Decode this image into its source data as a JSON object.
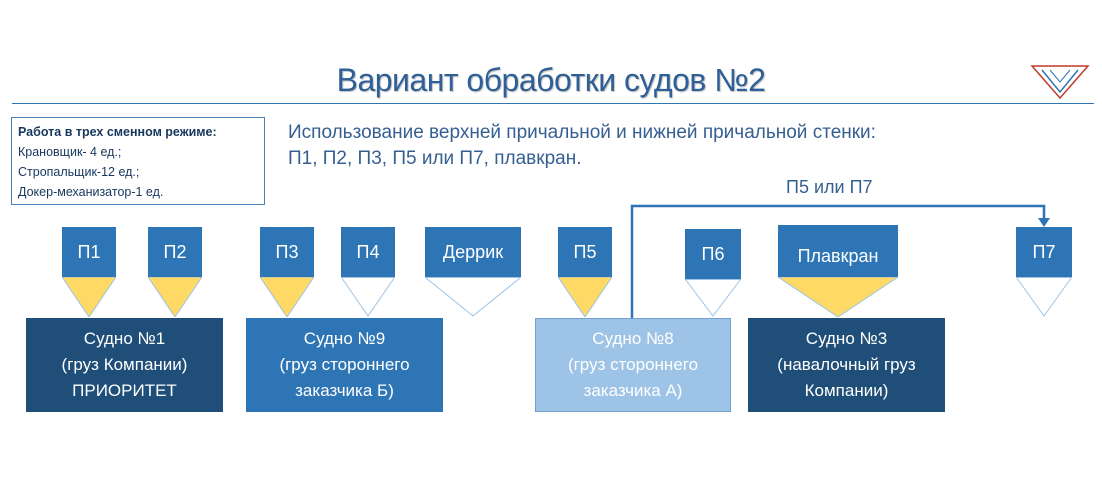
{
  "title": "Вариант обработки судов №2",
  "logo_icon": "triangle-v-logo",
  "regime": {
    "header": "Работа в трех сменном режиме:",
    "lines": [
      "Крановщик- 4 ед.;",
      "Стропальщик-12 ед.;",
      "Докер-механизатор-1 ед."
    ]
  },
  "usage": {
    "line1": "Использование верхней причальной и нижней причальной стенки:",
    "line2": "П1, П2, П3, П5 или П7,  плавкран."
  },
  "route_label": "П5 или П7",
  "positions": [
    {
      "label": "П1",
      "active": true
    },
    {
      "label": "П2",
      "active": true
    },
    {
      "label": "П3",
      "active": true
    },
    {
      "label": "П4",
      "active": false
    },
    {
      "label": "Деррик",
      "active": false
    },
    {
      "label": "П5",
      "active": true
    },
    {
      "label": "П6",
      "active": false
    },
    {
      "label": "Плавкран",
      "active": true
    },
    {
      "label": "П7",
      "active": false
    }
  ],
  "ships": [
    {
      "lines": [
        "Судно №1",
        "(груз Компании)",
        "ПРИОРИТЕТ"
      ]
    },
    {
      "lines": [
        "Судно №9",
        "(груз стороннего",
        "заказчика Б)"
      ]
    },
    {
      "lines": [
        "Судно №8",
        "(груз стороннего",
        "заказчика А)"
      ]
    },
    {
      "lines": [
        "Судно №3",
        "(навалочный груз",
        "Компании)"
      ]
    }
  ],
  "colors": {
    "title": "#2E5F96",
    "position_box": "#2E75B6",
    "active_cone": "#FFD966",
    "inactive_cone": "#FFFFFF",
    "ship_dark": "#1F4E79",
    "ship_mid": "#2E75B6",
    "ship_light": "#9DC3E6"
  }
}
